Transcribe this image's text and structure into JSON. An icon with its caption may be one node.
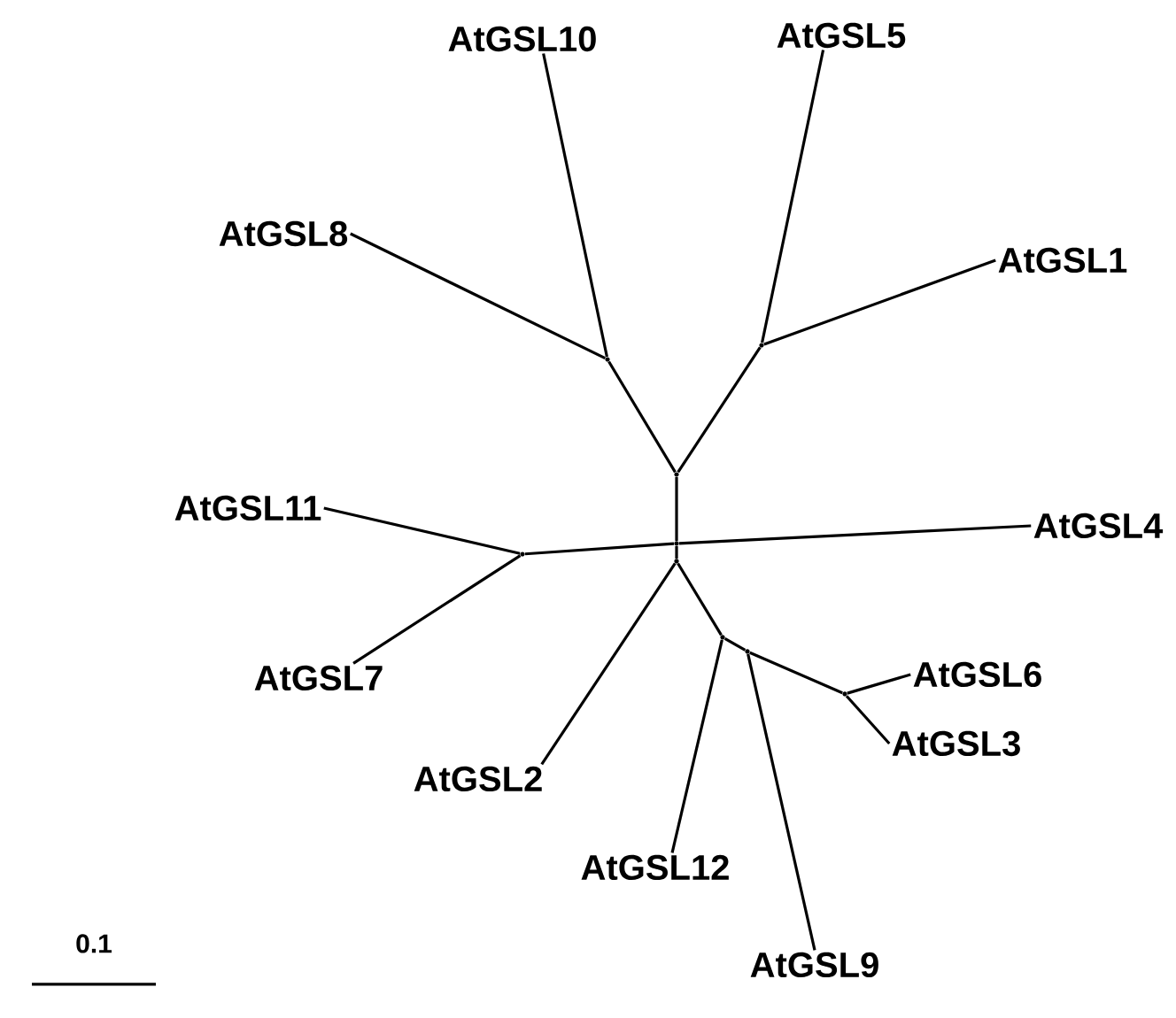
{
  "diagram": {
    "nodes": [
      {
        "text": [
          "AtGSL10"
        ]
      },
      {
        "text": [
          "AtGSL5"
        ]
      },
      {
        "text": [
          "AtGSL8"
        ]
      },
      {
        "text": [
          "AtGSL1"
        ]
      },
      {
        "text": [
          "AtGSL11"
        ]
      },
      {
        "text": [
          "AtGSL4"
        ]
      },
      {
        "text": [
          "AtGSL7"
        ]
      },
      {
        "text": [
          "AtGSL6"
        ]
      },
      {
        "text": [
          "AtGSL3"
        ]
      },
      {
        "text": [
          "AtGSL2"
        ]
      },
      {
        "text": [
          "AtGSL12"
        ]
      },
      {
        "text": [
          "AtGSL9"
        ]
      },
      {
        "text": [],
        "shape": "point"
      },
      {
        "text": [],
        "shape": "point"
      },
      {
        "text": [],
        "shape": "point"
      },
      {
        "text": [],
        "shape": "point"
      },
      {
        "text": [],
        "shape": "point"
      },
      {
        "text": [],
        "shape": "point"
      },
      {
        "text": [],
        "shape": "point"
      },
      {
        "text": [],
        "shape": "point"
      },
      {
        "text": [],
        "shape": "point"
      }
    ],
    "edges": [
      {
        "from": 14,
        "to": 13,
        "arrow": "none"
      },
      {
        "from": 14,
        "to": 12,
        "arrow": "none"
      },
      {
        "from": 13,
        "to": 0,
        "arrow": "none"
      },
      {
        "from": 13,
        "to": 2,
        "arrow": "none"
      },
      {
        "from": 12,
        "to": 1,
        "arrow": "none"
      },
      {
        "from": 12,
        "to": 3,
        "arrow": "none"
      },
      {
        "from": 15,
        "to": 14,
        "arrow": "none"
      },
      {
        "from": 15,
        "to": 16,
        "arrow": "none"
      },
      {
        "from": 15,
        "to": 5,
        "arrow": "none"
      },
      {
        "from": 16,
        "to": 4,
        "arrow": "none"
      },
      {
        "from": 16,
        "to": 6,
        "arrow": "none"
      },
      {
        "from": 15,
        "to": 17,
        "arrow": "none"
      },
      {
        "from": 17,
        "to": 9,
        "arrow": "none"
      },
      {
        "from": 17,
        "to": 18,
        "arrow": "none"
      },
      {
        "from": 18,
        "to": 10,
        "arrow": "none"
      },
      {
        "from": 18,
        "to": 19,
        "arrow": "none"
      },
      {
        "from": 19,
        "to": 11,
        "arrow": "none"
      },
      {
        "from": 19,
        "to": 20,
        "arrow": "none"
      },
      {
        "from": 20,
        "to": 7,
        "arrow": "none"
      },
      {
        "from": 20,
        "to": 8,
        "arrow": "none"
      }
    ],
    "labels": [
      "0.1"
    ]
  }
}
